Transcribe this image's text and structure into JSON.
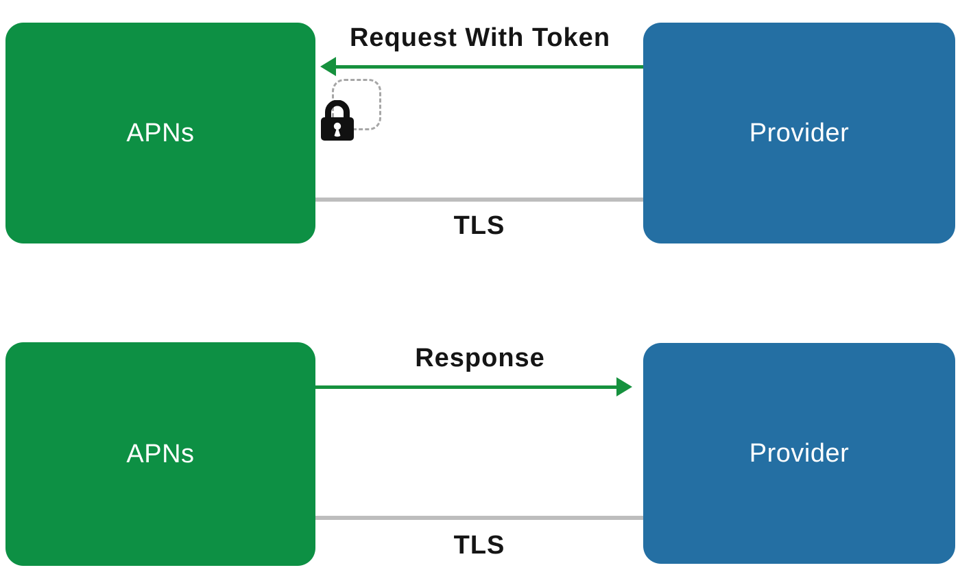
{
  "diagram": {
    "colors": {
      "apns_green": "#0d9044",
      "provider_blue": "#246fa3",
      "arrow_green": "#16913e",
      "tls_line_gray": "#bdbdbd",
      "dashed_outline_gray": "#a6a6a6",
      "label_text": "#151515",
      "node_text": "#ffffff",
      "background": "#ffffff"
    },
    "top_flow": {
      "left_node_label": "APNs",
      "right_node_label": "Provider",
      "arrow_label": "Request With Token",
      "arrow_direction": "right-to-left",
      "channel_label": "TLS",
      "icon": "padlock-icon"
    },
    "bottom_flow": {
      "left_node_label": "APNs",
      "right_node_label": "Provider",
      "arrow_label": "Response",
      "arrow_direction": "left-to-right",
      "channel_label": "TLS"
    }
  }
}
